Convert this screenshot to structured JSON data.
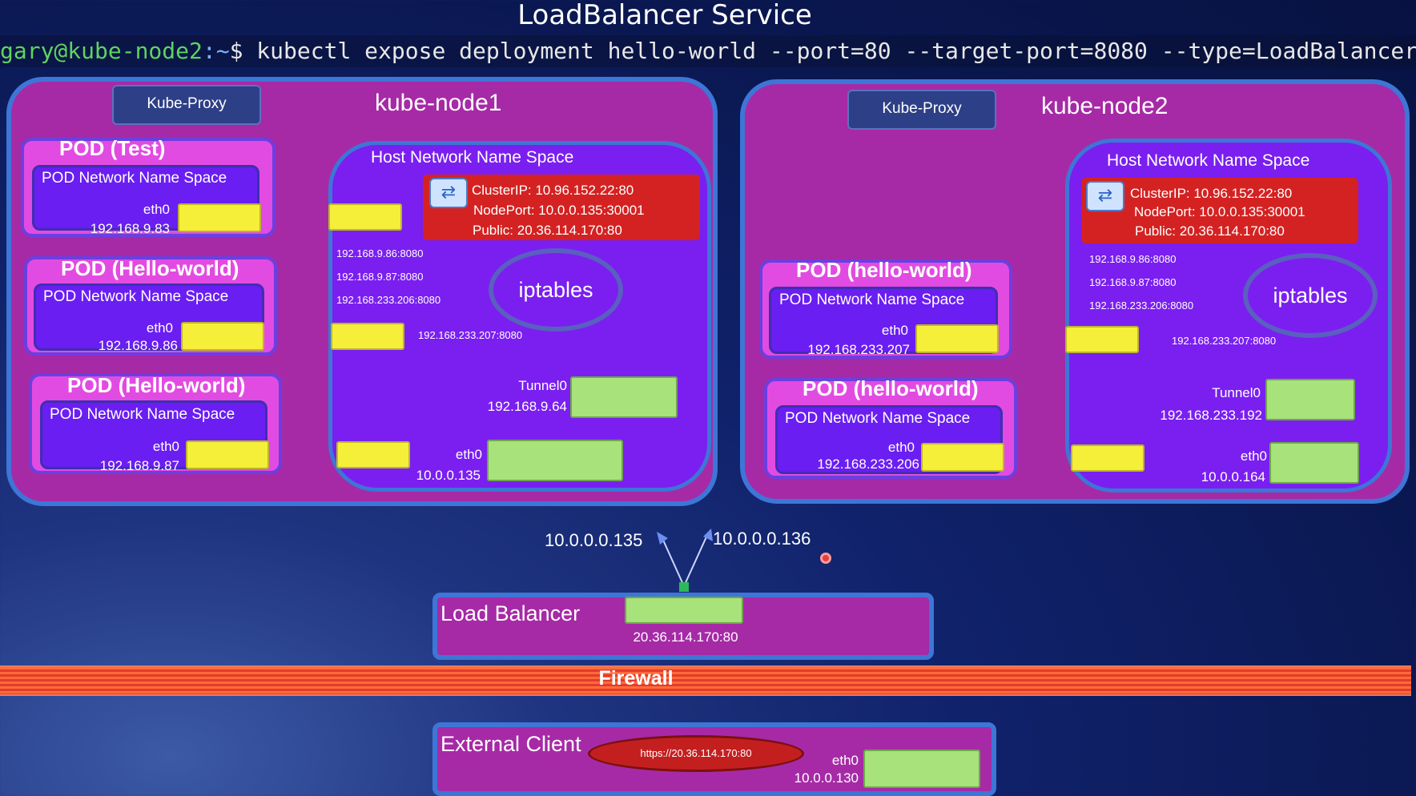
{
  "title": "LoadBalancer Service",
  "command": {
    "user": "gary@kube-node2",
    "path": ":~",
    "rest": "$ kubectl expose deployment hello-world --port=80 --target-port=8080 --type=LoadBalancer"
  },
  "node1": {
    "name": "kube-node1",
    "proxy": "Kube-Proxy",
    "host_ns": "Host Network Name Space",
    "service": {
      "cluster_ip": "ClusterIP: 10.96.152.22:80",
      "node_port": "NodePort: 10.0.0.135:30001",
      "public": "Public: 20.36.114.170:80"
    },
    "iptables": "iptables",
    "endpoints": [
      "192.168.9.86:8080",
      "192.168.9.87:8080",
      "192.168.233.206:8080",
      "192.168.233.207:8080"
    ],
    "tunnel_label": "Tunnel0",
    "tunnel_ip": "192.168.9.64",
    "eth0_label": "eth0",
    "eth0_ip": "10.0.0.135",
    "pods": [
      {
        "title": "POD (Test)",
        "ns": "POD Network Name Space",
        "eth": "eth0",
        "ip": "192.168.9.83"
      },
      {
        "title": "POD (Hello-world)",
        "ns": "POD Network Name Space",
        "eth": "eth0",
        "ip": "192.168.9.86"
      },
      {
        "title": "POD (Hello-world)",
        "ns": "POD Network Name Space",
        "eth": "eth0",
        "ip": "192.168.9.87"
      }
    ]
  },
  "node2": {
    "name": "kube-node2",
    "proxy": "Kube-Proxy",
    "host_ns": "Host Network Name Space",
    "service": {
      "cluster_ip": "ClusterIP: 10.96.152.22:80",
      "node_port": "NodePort: 10.0.0.135:30001",
      "public": "Public: 20.36.114.170:80"
    },
    "iptables": "iptables",
    "endpoints": [
      "192.168.9.86:8080",
      "192.168.9.87:8080",
      "192.168.233.206:8080",
      "192.168.233.207:8080"
    ],
    "tunnel_label": "Tunnel0",
    "tunnel_ip": "192.168.233.192",
    "eth0_label": "eth0",
    "eth0_ip": "10.0.0.164",
    "pods": [
      {
        "title": "POD (hello-world)",
        "ns": "POD Network Name Space",
        "eth": "eth0",
        "ip": "192.168.233.207"
      },
      {
        "title": "POD (hello-world)",
        "ns": "POD Network Name Space",
        "eth": "eth0",
        "ip": "192.168.233.206"
      }
    ]
  },
  "load_balancer": {
    "title": "Load Balancer",
    "ip": "20.36.114.170:80",
    "target_left": "10.0.0.0.135",
    "target_right": "10.0.0.0.136"
  },
  "firewall": "Firewall",
  "client": {
    "title": "External Client",
    "url": "https://20.36.114.170:80",
    "eth_label": "eth0",
    "eth_ip": "10.0.0.130"
  },
  "colors": {
    "node_fill": "#a62aa6",
    "node_border": "#3d76d6",
    "pod_fill": "#e24be2",
    "namespace_fill": "#6a1ef2",
    "host_ns_fill": "#7a1ff0",
    "interface_yellow": "#f5ef3a",
    "interface_green": "#a8e27a",
    "service_red": "#d42222",
    "firewall": "#e23c2a"
  },
  "icons": {
    "service": "service-swap-icon"
  }
}
